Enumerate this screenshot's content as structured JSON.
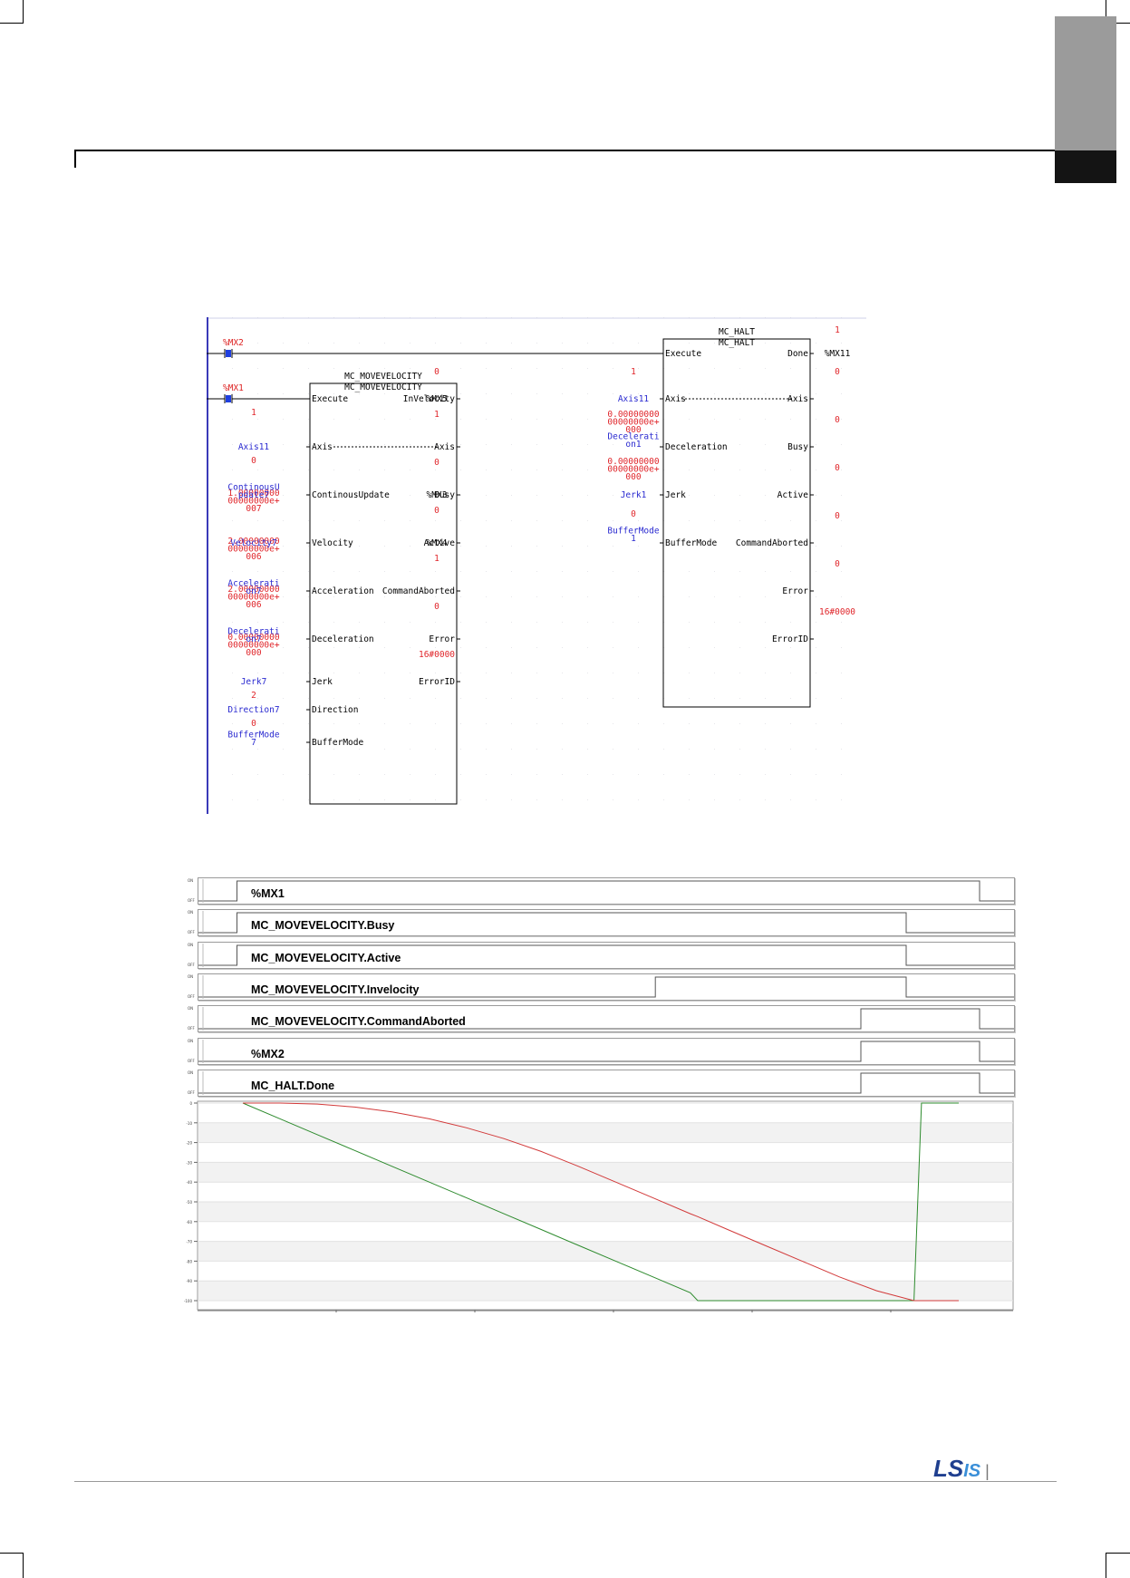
{
  "page": {
    "brand": {
      "ls": "LS",
      "is": "IS"
    }
  },
  "ladder": {
    "contacts": [
      {
        "name": "%MX2"
      },
      {
        "name": "%MX1"
      }
    ],
    "mc_movevelocity": {
      "type": "MC_MOVEVELOCITY",
      "instance": "MC_MOVEVELOCITY",
      "input_pins": [
        "Execute",
        "Axis",
        "ContinousUpdate",
        "Velocity",
        "Acceleration",
        "Deceleration",
        "Jerk",
        "Direction",
        "BufferMode"
      ],
      "output_pins": [
        "InVelocity",
        "Axis",
        "Busy",
        "Active",
        "CommandAborted",
        "Error",
        "ErrorID"
      ],
      "input_values": [
        "1",
        "0",
        "1.00000000\n00000000e+\n007",
        "2.00000000\n00000000e+\n006",
        "2.00000000\n00000000e+\n006",
        "0.00000000\n00000000e+\n000",
        "2",
        "0"
      ],
      "input_vars": [
        "Axis11",
        "ContinousU\npdate7",
        "Velocity7",
        "Accelerati\non7",
        "Decelerati\non7",
        "Jerk7",
        "Direction7",
        "BufferMode\n7"
      ],
      "output_values": [
        "0",
        "1",
        "0",
        "0",
        "1",
        "0",
        "16#0000"
      ],
      "output_vars": [
        "%MX5",
        "%MX3",
        "%MX4"
      ]
    },
    "mc_halt": {
      "type": "MC_HALT",
      "instance": "MC_HALT",
      "input_pins": [
        "Execute",
        "Axis",
        "Deceleration",
        "Jerk",
        "BufferMode"
      ],
      "output_pins": [
        "Done",
        "Axis",
        "Busy",
        "Active",
        "CommandAborted",
        "Error",
        "ErrorID"
      ],
      "input_values": [
        "1",
        "0.00000000\n00000000e+\n000",
        "0.00000000\n00000000e+\n000",
        "0"
      ],
      "input_vars": [
        "Axis11",
        "Decelerati\non1",
        "Jerk1",
        "BufferMode\n1"
      ],
      "output_values": [
        "1",
        "1",
        "0",
        "0",
        "0",
        "0",
        "0",
        "16#0000"
      ],
      "output_vars": [
        "%MX11"
      ]
    }
  },
  "timing_chart": {
    "on_label": "ON",
    "off_label": "OFF",
    "signals": [
      {
        "name": "%MX1",
        "on_at": 0.05,
        "off_at": 1.0
      },
      {
        "name": "MC_MOVEVELOCITY.Busy",
        "on_at": 0.05,
        "off_at": 0.9
      },
      {
        "name": "MC_MOVEVELOCITY.Active",
        "on_at": 0.05,
        "off_at": 0.9
      },
      {
        "name": "MC_MOVEVELOCITY.Invelocity",
        "on_at": 0.62,
        "off_at": 0.9
      },
      {
        "name": "MC_MOVEVELOCITY.CommandAborted",
        "on_at": 0.9,
        "off_at": 1.0
      },
      {
        "name": "%MX2",
        "on_at": 0.9,
        "off_at": 1.0
      },
      {
        "name": "MC_HALT.Done",
        "on_at": 0.9,
        "off_at": 1.0
      }
    ]
  },
  "chart_data": {
    "type": "line",
    "ylim": [
      -100,
      0
    ],
    "y_ticks": [
      0,
      -10,
      -20,
      -30,
      -40,
      -50,
      -60,
      -70,
      -80,
      -90,
      -100
    ],
    "x": [
      0,
      5,
      10,
      15,
      20,
      25,
      30,
      35,
      40,
      45,
      50,
      55,
      60,
      61,
      65,
      70,
      75,
      80,
      85,
      90,
      91,
      96
    ],
    "series": [
      {
        "color": "#2e8b2e",
        "values": [
          0,
          -8,
          -16,
          -24,
          -32,
          -40,
          -48,
          -56,
          -64,
          -72,
          -80,
          -88,
          -96,
          -100,
          -100,
          -100,
          -100,
          -100,
          -100,
          -100,
          0,
          0
        ]
      },
      {
        "color": "#d23a3a",
        "values": [
          0,
          0,
          -0.5,
          -2,
          -4.5,
          -8,
          -12.5,
          -18,
          -24.5,
          -32,
          -40,
          -48,
          -56,
          -57.5,
          -64,
          -72,
          -80,
          -88,
          -95,
          -100,
          -100,
          -100
        ]
      }
    ]
  }
}
